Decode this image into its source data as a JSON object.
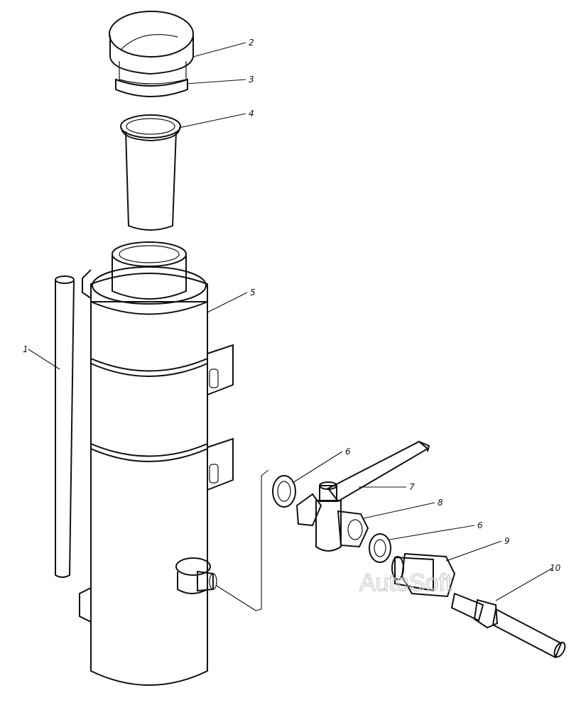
{
  "callouts": {
    "c1": "1",
    "c2": "2",
    "c3": "3",
    "c4": "4",
    "c5": "5",
    "c6a": "6",
    "c7": "7",
    "c8": "8",
    "c6b": "6",
    "c9": "9",
    "c10": "10"
  },
  "watermark": "AutoSoft",
  "colors": {
    "ink": "#111111",
    "paper": "#ffffff",
    "watermark": "#c8c8c8"
  }
}
